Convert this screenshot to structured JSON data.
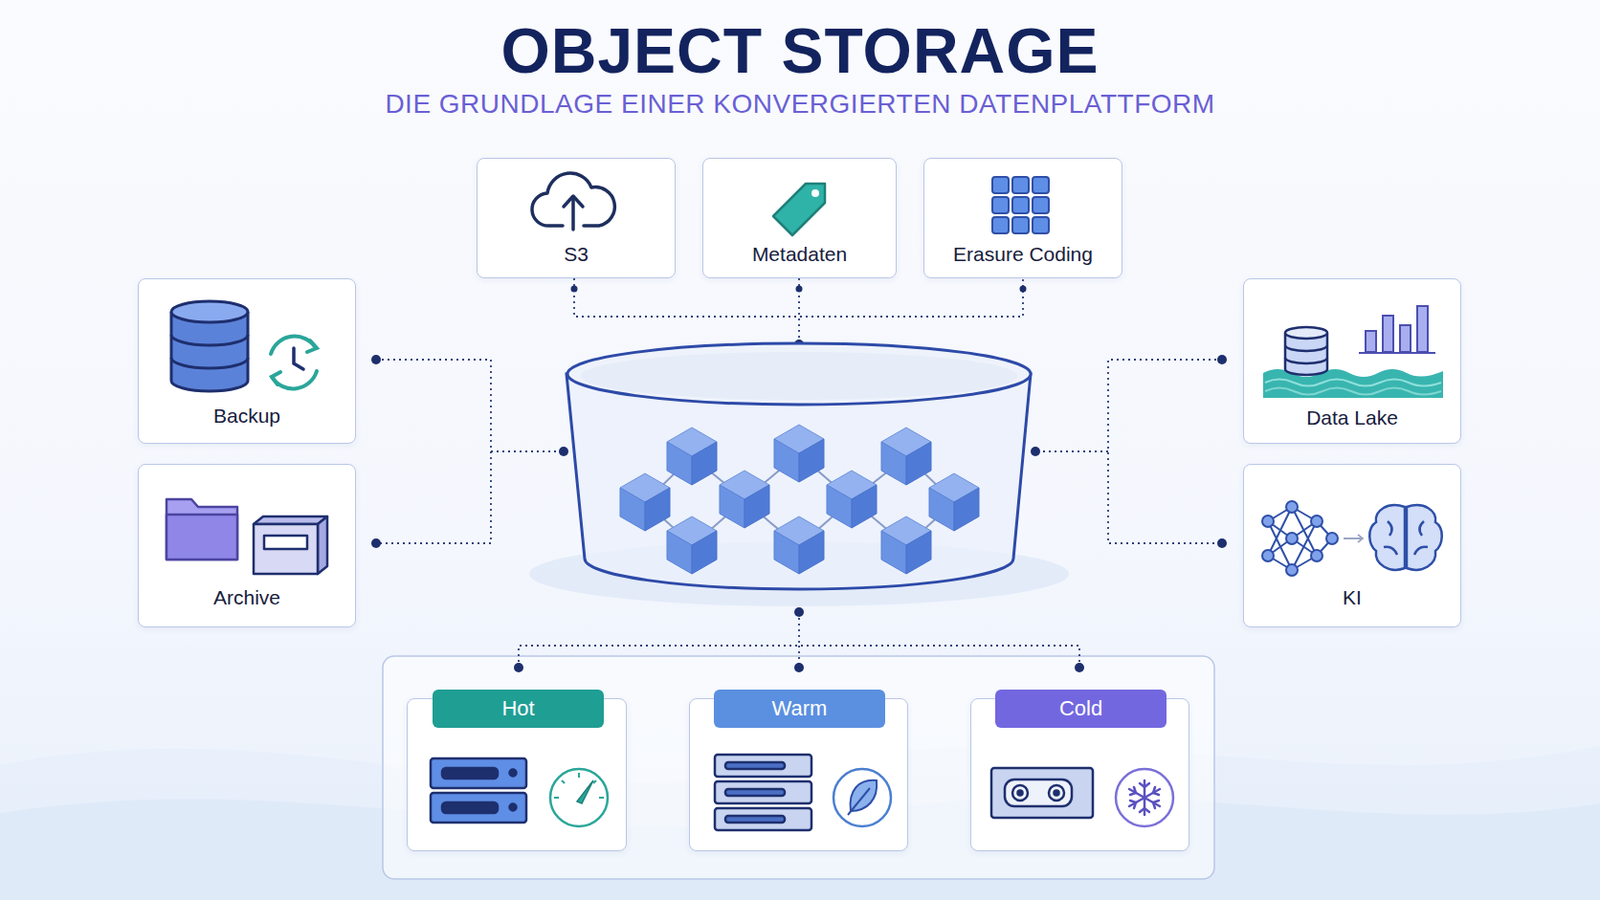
{
  "diagram": {
    "title": "OBJECT STORAGE",
    "nodes": [
      {
        "text": [
          "S3"
        ]
      },
      {
        "text": [
          "Metadaten"
        ]
      },
      {
        "text": [
          "Erasure Coding"
        ]
      },
      {
        "text": [
          "Backup"
        ]
      },
      {
        "text": [
          "Data Lake"
        ]
      },
      {
        "text": [
          "Archive"
        ]
      },
      {
        "text": [
          "KI"
        ]
      },
      {
        "text": [
          "Hot"
        ]
      },
      {
        "text": [
          "Warm"
        ]
      },
      {
        "text": [
          "Cold"
        ]
      }
    ],
    "labels": [
      "DIE GRUNDLAGE EINER KONVERGIERTEN DATENPLATTFORM"
    ]
  }
}
